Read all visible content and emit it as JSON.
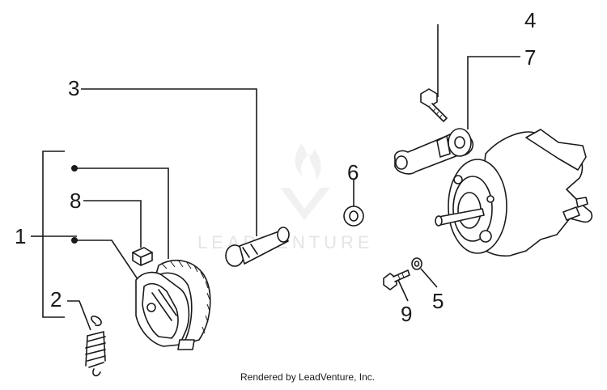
{
  "callouts": {
    "c1": "1",
    "c2": "2",
    "c3": "3",
    "c4": "4",
    "c5": "5",
    "c6": "6",
    "c7": "7",
    "c8": "8",
    "c9": "9"
  },
  "watermark": {
    "text": "LEADVENTURE"
  },
  "footer": {
    "credit": "Rendered by LeadVenture, Inc."
  }
}
